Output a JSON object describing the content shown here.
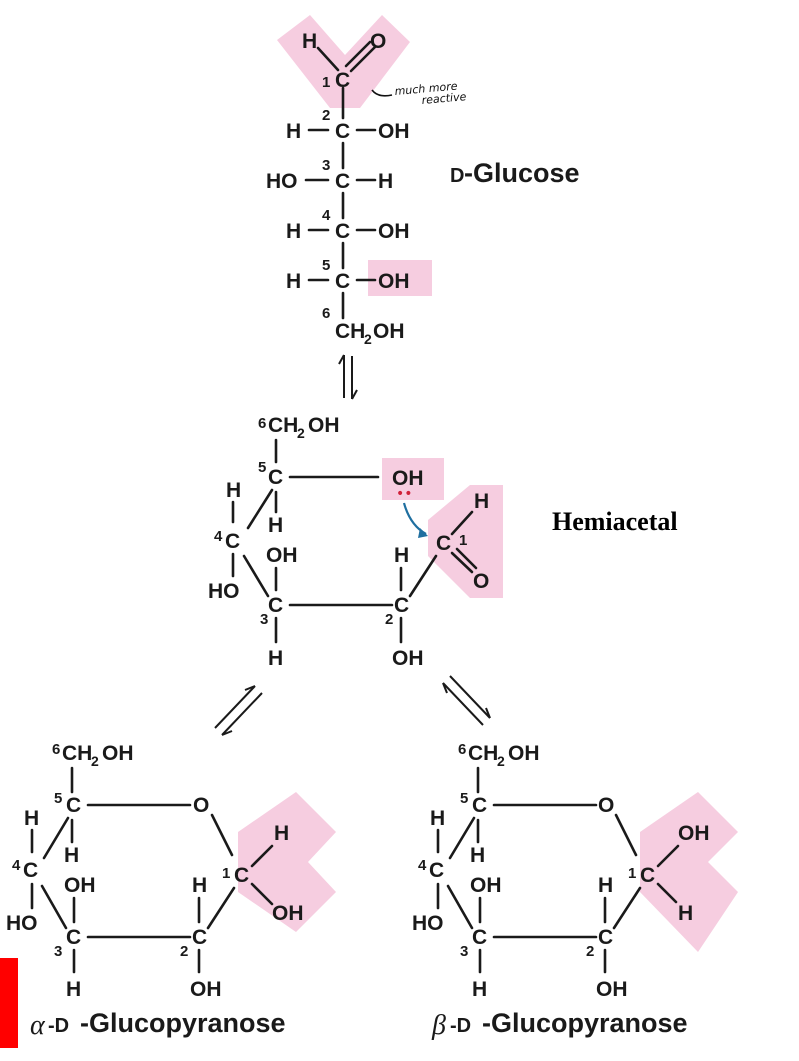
{
  "glucose": {
    "name_prefix": "D",
    "name_main": "-Glucose",
    "annotation_line1": "much more",
    "annotation_line2": "reactive",
    "h": "H",
    "o": "O",
    "oh": "OH",
    "ho": "HO",
    "c": "C",
    "ch2": "CH",
    "sub2": "2",
    "oh_after_sub": "OH",
    "numbers": [
      "1",
      "2",
      "3",
      "4",
      "5",
      "6"
    ]
  },
  "hemiacetal": {
    "label": "Hemiacetal",
    "lone_pair": "••"
  },
  "alpha": {
    "greek": "α",
    "prefix": "-D",
    "main": "-Glucopyranose"
  },
  "beta": {
    "greek": "β",
    "prefix": "-D",
    "main": "-Glucopyranose"
  },
  "colors": {
    "highlight": "#f6cde0",
    "arrow_blue": "#1f6fa0",
    "lone_pair_red": "#d0213a",
    "red_marker": "#ff0000"
  }
}
